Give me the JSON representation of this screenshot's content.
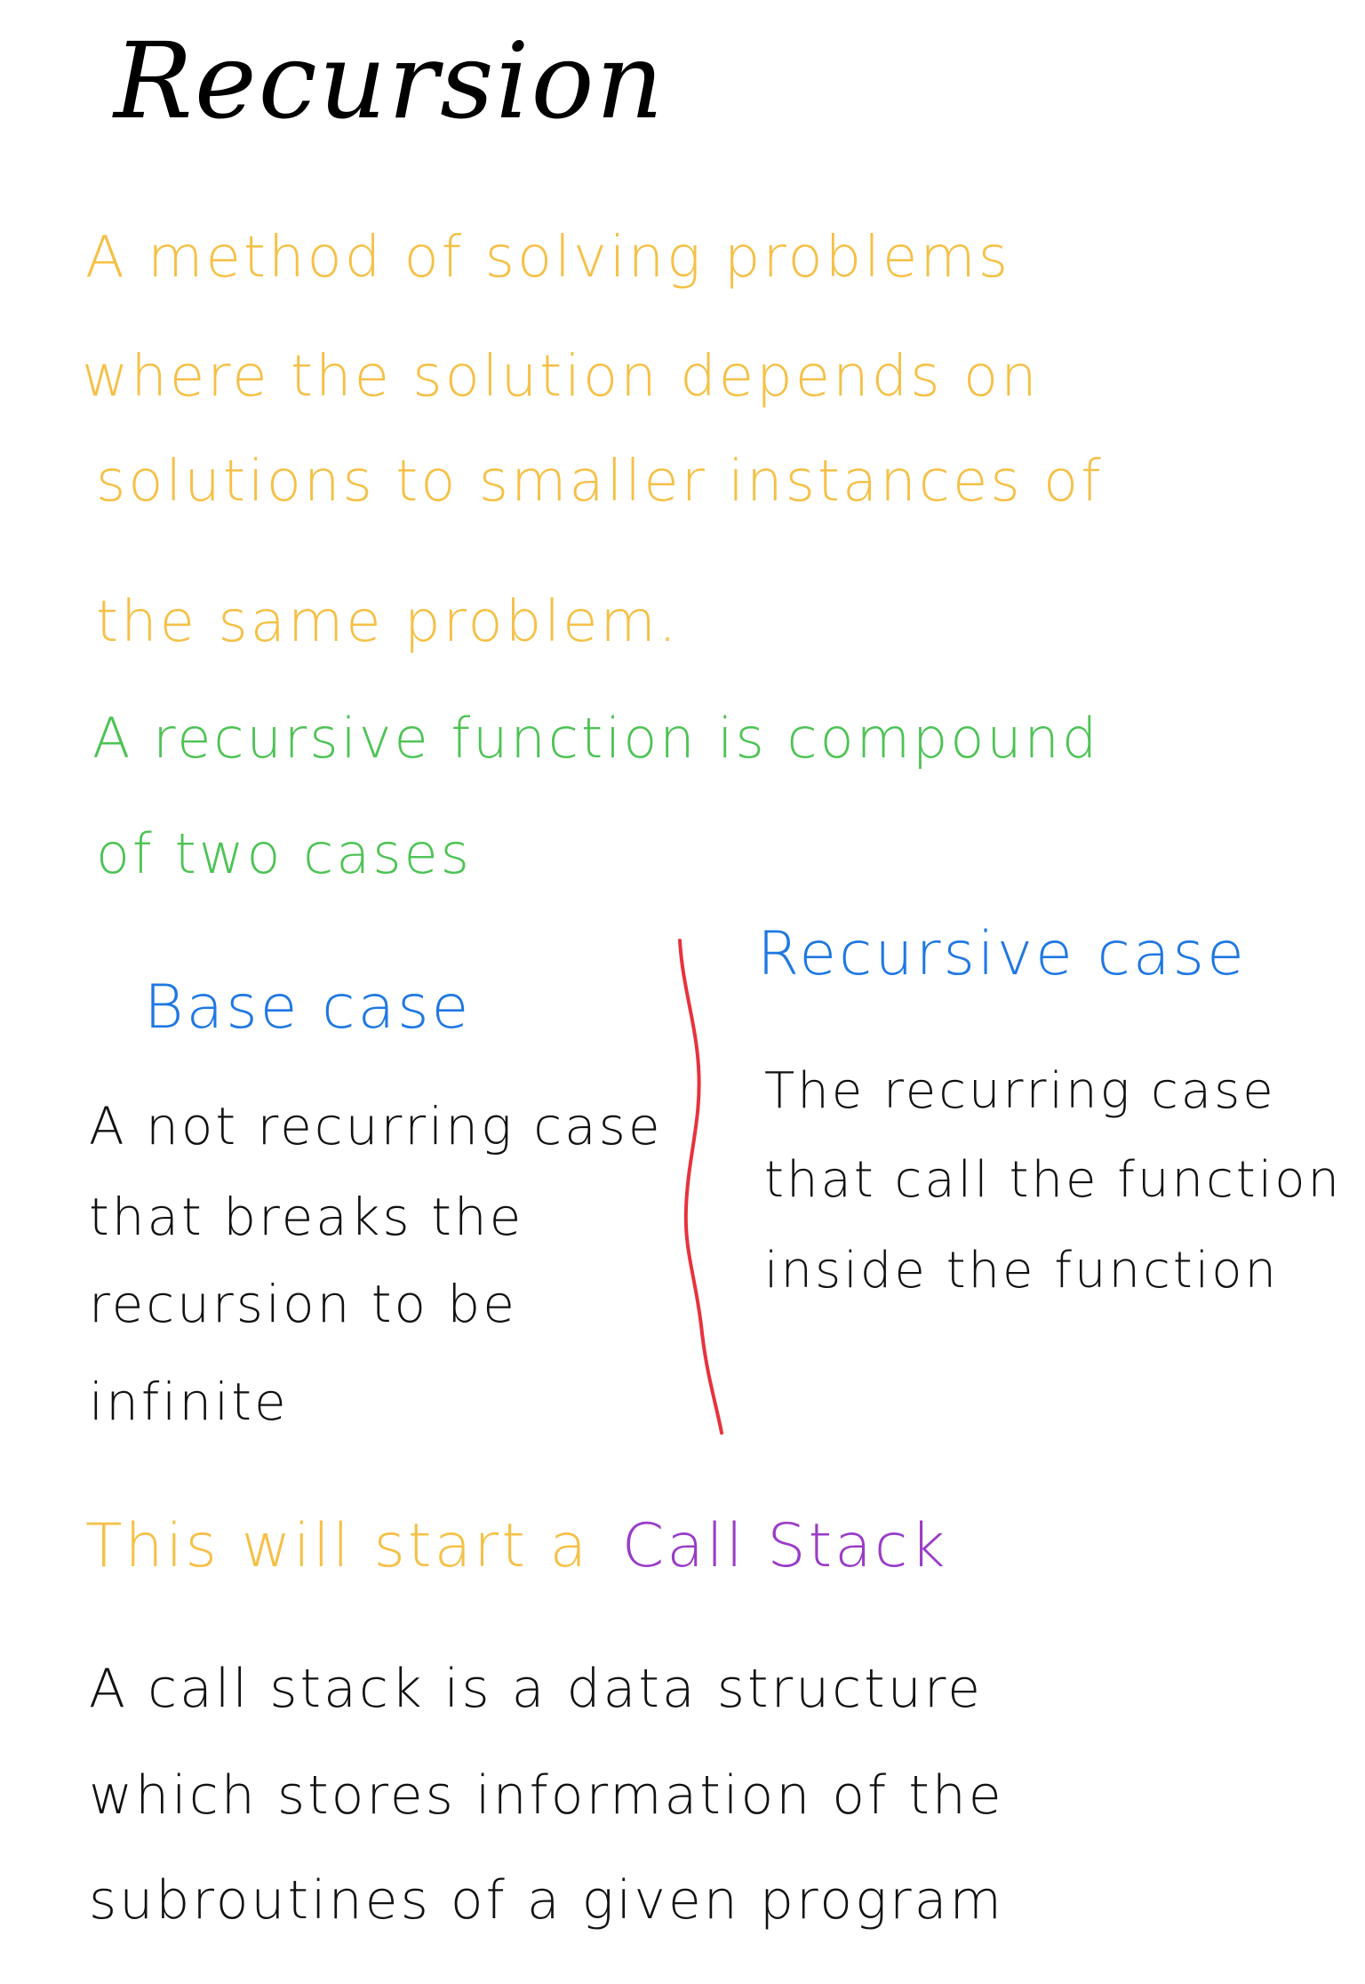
{
  "title": "Recursion",
  "definition": {
    "lines": [
      "A method of solving problems",
      "where the solution depends on",
      "solutions to smaller instances of",
      "the same problem."
    ],
    "color": "#f6c046"
  },
  "recursive_function": {
    "lines": [
      "A recursive function is compound",
      "of two cases"
    ],
    "color": "#4cc354"
  },
  "base_case": {
    "heading": "Base case",
    "lines": [
      "A not recurring case",
      "that breaks the",
      "recursion to be",
      "infinite"
    ]
  },
  "recursive_case": {
    "heading": "Recursive case",
    "lines": [
      "The recurring case",
      "that call the function",
      "inside the function"
    ]
  },
  "divider_color": "#e8323c",
  "call_stack": {
    "intro": "This will start a",
    "term": "Call Stack",
    "lines": [
      "A call stack is a data structure",
      "which stores information of the",
      "subroutines of a given program"
    ]
  }
}
